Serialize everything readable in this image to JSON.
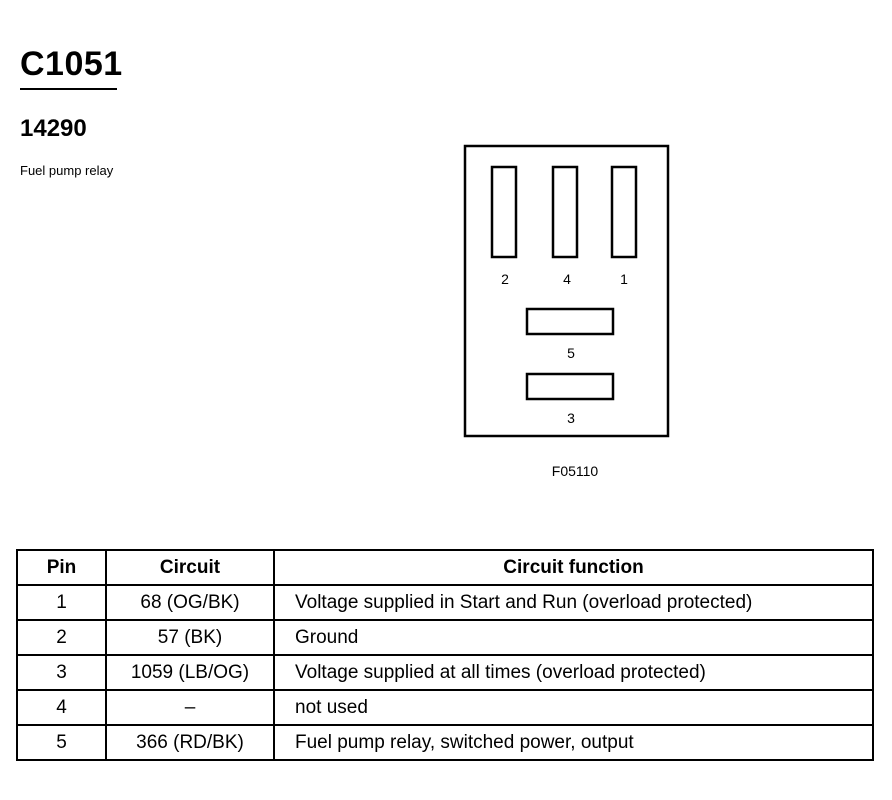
{
  "connector": {
    "id": "C1051",
    "part_number": "14290",
    "description": "Fuel pump relay"
  },
  "diagram": {
    "pins": [
      {
        "number": "2",
        "orientation": "vertical"
      },
      {
        "number": "4",
        "orientation": "vertical"
      },
      {
        "number": "1",
        "orientation": "vertical"
      },
      {
        "number": "5",
        "orientation": "horizontal"
      },
      {
        "number": "3",
        "orientation": "horizontal"
      }
    ],
    "figure_id": "F05110"
  },
  "table": {
    "headers": {
      "pin": "Pin",
      "circuit": "Circuit",
      "function": "Circuit function"
    },
    "rows": [
      {
        "pin": "1",
        "circuit": "68 (OG/BK)",
        "function": "Voltage supplied in Start and Run (overload protected)"
      },
      {
        "pin": "2",
        "circuit": "57 (BK)",
        "function": "Ground"
      },
      {
        "pin": "3",
        "circuit": "1059 (LB/OG)",
        "function": "Voltage supplied at all times (overload protected)"
      },
      {
        "pin": "4",
        "circuit": "–",
        "function": "not used"
      },
      {
        "pin": "5",
        "circuit": "366 (RD/BK)",
        "function": "Fuel pump relay, switched power, output"
      }
    ]
  }
}
